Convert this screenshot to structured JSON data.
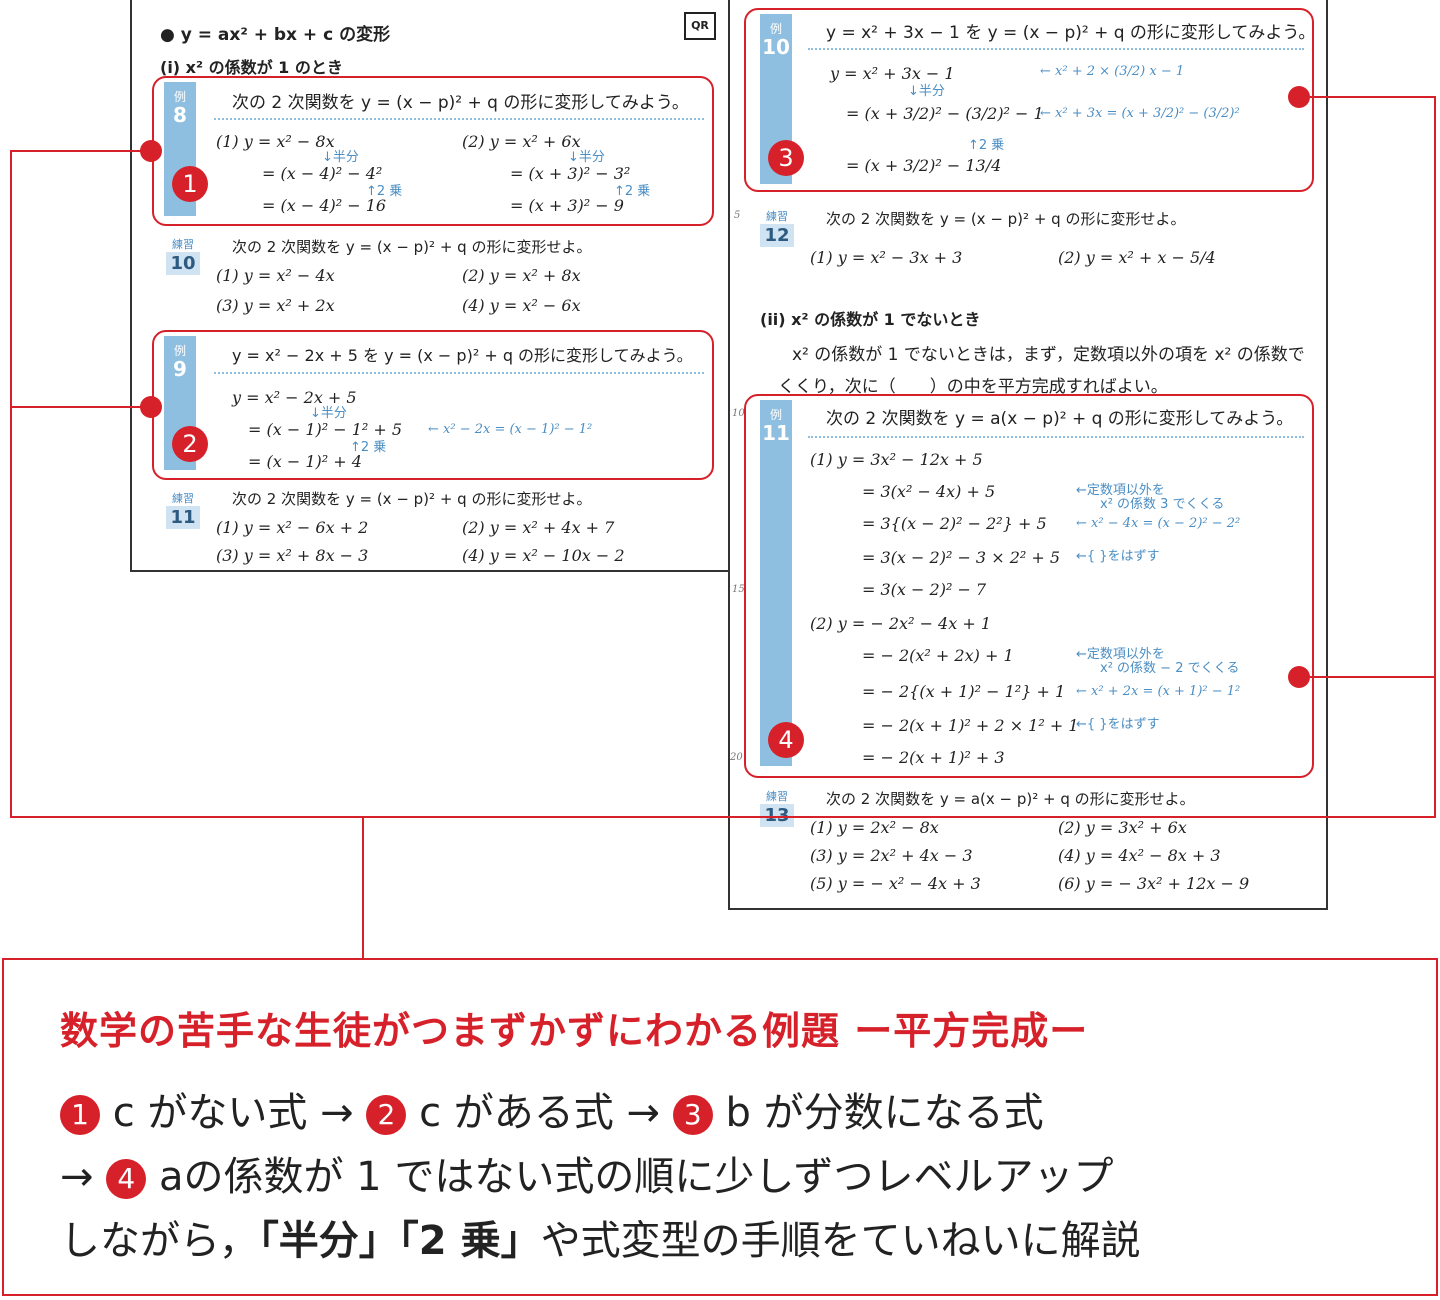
{
  "left_page": {
    "header": "● y = ax² + bx + c の変形",
    "qr_label": "QR",
    "section_i": "(i)   x² の係数が 1 のとき",
    "ex8": {
      "rei": "例",
      "num": "8",
      "prompt": "次の 2 次関数を y = (x − p)² + q の形に変形してみよう。",
      "p1": [
        "(1)   y = x² − 8x",
        "= (x − 4)² − 4²",
        "= (x − 4)² − 16"
      ],
      "p2": [
        "(2)   y = x² + 6x",
        "= (x + 3)² − 3²",
        "= (x + 3)² − 9"
      ],
      "hanbun": "↓半分",
      "nijo": "↑2 乗"
    },
    "r10": {
      "label": "練習",
      "num": "10",
      "prompt": "次の 2 次関数を y = (x − p)² + q の形に変形せよ。",
      "items": [
        "(1)   y = x² − 4x",
        "(2)   y = x² + 8x",
        "(3)   y = x² + 2x",
        "(4)   y = x² − 6x"
      ]
    },
    "ex9": {
      "rei": "例",
      "num": "9",
      "prompt": "y = x² − 2x + 5 を y = (x − p)² + q の形に変形してみよう。",
      "lines": [
        "y = x² − 2x + 5",
        "= (x − 1)² − 1² + 5",
        "= (x − 1)² + 4"
      ],
      "note": "← x² − 2x = (x − 1)² − 1²",
      "hanbun": "↓半分",
      "nijo": "↑2 乗"
    },
    "r11": {
      "label": "練習",
      "num": "11",
      "prompt": "次の 2 次関数を y = (x − p)² + q の形に変形せよ。",
      "items": [
        "(1)   y = x² − 6x + 2",
        "(2)   y = x² + 4x + 7",
        "(3)   y = x² + 8x − 3",
        "(4)   y = x² − 10x − 2"
      ]
    }
  },
  "right_page": {
    "ex10": {
      "rei": "例",
      "num": "10",
      "prompt": "y = x² + 3x − 1 を y = (x − p)² + q の形に変形してみよう。",
      "lines": [
        "y = x² + 3x − 1",
        "= (x + 3/2)² − (3/2)² − 1",
        "= (x + 3/2)² − 13/4"
      ],
      "note1": "← x² + 2 × (3/2) x − 1",
      "note2": "← x² + 3x = (x + 3/2)² − (3/2)²",
      "hanbun": "↓半分",
      "nijo": "↑2 乗"
    },
    "ln5": "5",
    "ln10": "10",
    "ln15": "15",
    "ln20": "20",
    "r12": {
      "label": "練習",
      "num": "12",
      "prompt": "次の 2 次関数を y = (x − p)² + q の形に変形せよ。",
      "items": [
        "(1)   y = x² − 3x + 3",
        "(2)   y = x² + x − 5/4"
      ]
    },
    "section_ii": "(ii)   x² の係数が 1 でないとき",
    "para1": "x² の係数が 1 でないときは，まず，定数項以外の項を x² の係数で",
    "para2": "くくり，次に（　　）の中を平方完成すればよい。",
    "ex11": {
      "rei": "例",
      "num": "11",
      "prompt": "次の 2 次関数を y = a(x − p)² + q の形に変形してみよう。",
      "p1": [
        "(1)   y = 3x² − 12x + 5",
        "= 3(x² − 4x) + 5",
        "= 3{(x − 2)² − 2²} + 5",
        "= 3(x − 2)² − 3 × 2² + 5",
        "= 3(x − 2)² − 7"
      ],
      "p1_notes": [
        "←定数項以外を",
        "x² の係数 3 でくくる",
        "← x² − 4x = (x − 2)² − 2²",
        "←{ }をはずす"
      ],
      "p2": [
        "(2)   y = − 2x² − 4x + 1",
        "= − 2(x² + 2x) + 1",
        "= − 2{(x + 1)² − 1²} + 1",
        "= − 2(x + 1)² + 2 × 1² + 1",
        "= − 2(x + 1)² + 3"
      ],
      "p2_notes": [
        "←定数項以外を",
        "x² の係数 − 2 でくくる",
        "← x² + 2x = (x + 1)² − 1²",
        "←{ }をはずす"
      ]
    },
    "r13": {
      "label": "練習",
      "num": "13",
      "prompt": "次の 2 次関数を y = a(x − p)² + q の形に変形せよ。",
      "items": [
        "(1)   y = 2x² − 8x",
        "(2)   y = 3x² + 6x",
        "(3)   y = 2x² + 4x − 3",
        "(4)   y = 4x² − 8x + 3",
        "(5)   y = − x² − 4x + 3",
        "(6)   y = − 3x² + 12x − 9"
      ]
    }
  },
  "badges": [
    "1",
    "2",
    "3",
    "4"
  ],
  "summary": {
    "title": "数学の苦手な生徒がつまずかずにわかる例題 ー平方完成ー",
    "line1_a": " c がない式 → ",
    "line1_b": " c がある式 → ",
    "line1_c": " b が分数になる式",
    "line2_a": "→ ",
    "line2_b": " aの係数が 1 ではない式の順に少しずつレベルアップ",
    "line3_a": "しながら，",
    "line3_b": "「半分」「2 乗」",
    "line3_c": "や式変型の手順をていねいに解説"
  },
  "colors": {
    "accent_red": "#d7212a",
    "label_blue": "#8fbfe0",
    "note_blue": "#4a8ec4"
  }
}
